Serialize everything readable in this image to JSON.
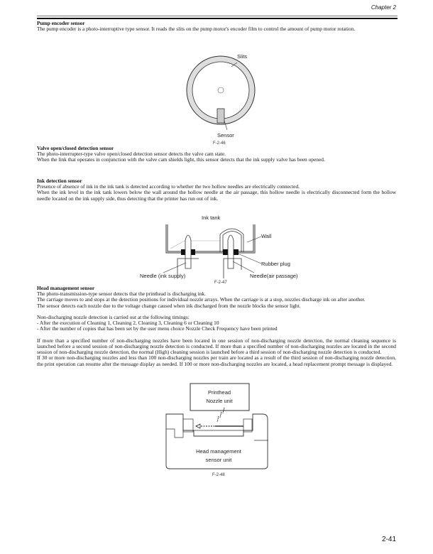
{
  "header": {
    "chapter": "Chapter 2"
  },
  "sections": [
    {
      "title": "Pump encoder sensor",
      "paragraphs": [
        "The pump encoder is a photo-interruptive type sensor. It reads the slits on the pump motor's encoder film to control the amount of pump motor rotation."
      ]
    },
    {
      "title": "Valve open/closed detection sensor",
      "paragraphs": [
        "The photo-interrupter-type valve open/closed detection sensor detects the valve cam state.",
        "When the link that operates in conjunction with the valve cam shields light, this sensor detects that the ink supply valve has been opened."
      ]
    },
    {
      "title": "Ink detection sensor",
      "paragraphs": [
        "Presence of absence of ink in the ink tank is detected according to whether the two hollow needles are electrically connected.",
        "When the ink level in the ink tank lowers below the wall around the hollow needle at the air passage, this hollow needle is electrically disconnected form the hollow needle located on the ink supply side, thus detecting that the printer has run out of ink."
      ]
    },
    {
      "title": "Head management sensor",
      "paragraphs": [
        "The photo-transmission-type sensor detects that the printhead is discharging ink.",
        "The carriage moves to and stops at the detection positions for individual nozzle arrays. When the carriage is at a stop, nozzles discharge ink on after another.",
        "The sensor detects each nozzle due to the voltage change caused when ink discharged from the nozzle blocks the sensor light.",
        "",
        "Non-discharging nozzle detection is carried out at the following timings:",
        "- After the execution of Cleaning 1, Cleaning 2, Cleaning 3, Cleaning 6 or Cleaning 10",
        "- After the number of copies that has been set by the user menu choice Nozzle Check Frequency have been printed",
        "",
        "If more than a specified number of non-discharging nozzles have been located in one session of non-discharging nozzle detection, the normal cleaning sequence is launched before a second session of non-discharging nozzle detection is conducted.  If more than a specified number of non-discharging nozzles are located in the second session of non-discharging nozzle detection, the normal (High) cleaning session is launched before a third session of non-discharging nozzle detection is conducted.",
        "If 30 or more non-discharging nozzles and less than 100 non-discharging nozzles per train are located as a result of the third session of non-discharging nozzle detection, the print operation can resume after the message display as needed.  If 100 or more non-discharging nozzles are located, a head replacement prompt message is displayed."
      ]
    }
  ],
  "figures": {
    "f46": {
      "caption": "F-2-46",
      "slits": "Slits",
      "sensor": "Sensor"
    },
    "f47": {
      "caption": "F-2-47",
      "ink_tank": "Ink tank",
      "wall": "Wall",
      "rubber_plug": "Rubber plug",
      "needle_supply": "Needle (ink supply)",
      "needle_air": "Needle(air passage)"
    },
    "f48": {
      "caption": "F-2-48",
      "printhead_line1": "Printhead",
      "printhead_line2": "Nozzle unit",
      "sensor_line1": "Head management",
      "sensor_line2": "sensor unit"
    }
  },
  "footer": {
    "page_number": "2-41"
  }
}
